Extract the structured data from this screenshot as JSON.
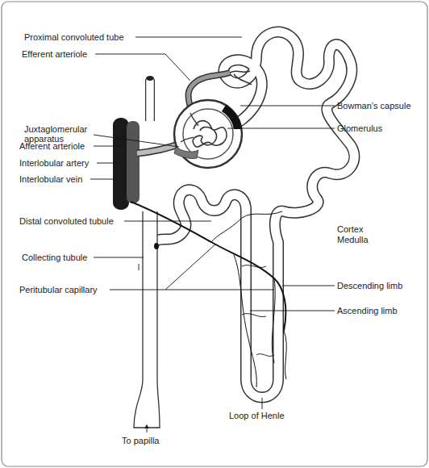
{
  "diagram": {
    "labels": [
      "Proximal convoluted tube",
      "Efferent arteriole",
      "Bowman’s capsule",
      "Glomerulus",
      "Juxtaglomerular apparatus",
      "Afferent arteriole",
      "Interlobular artery",
      "Interlobular vein",
      "Distal convoluted tubule",
      "Cortex",
      "Medulla",
      "Collecting tubule",
      "Peritubular capillary",
      "Descending limb",
      "Ascending limb",
      "Loop of Henle",
      "To papilla"
    ]
  }
}
